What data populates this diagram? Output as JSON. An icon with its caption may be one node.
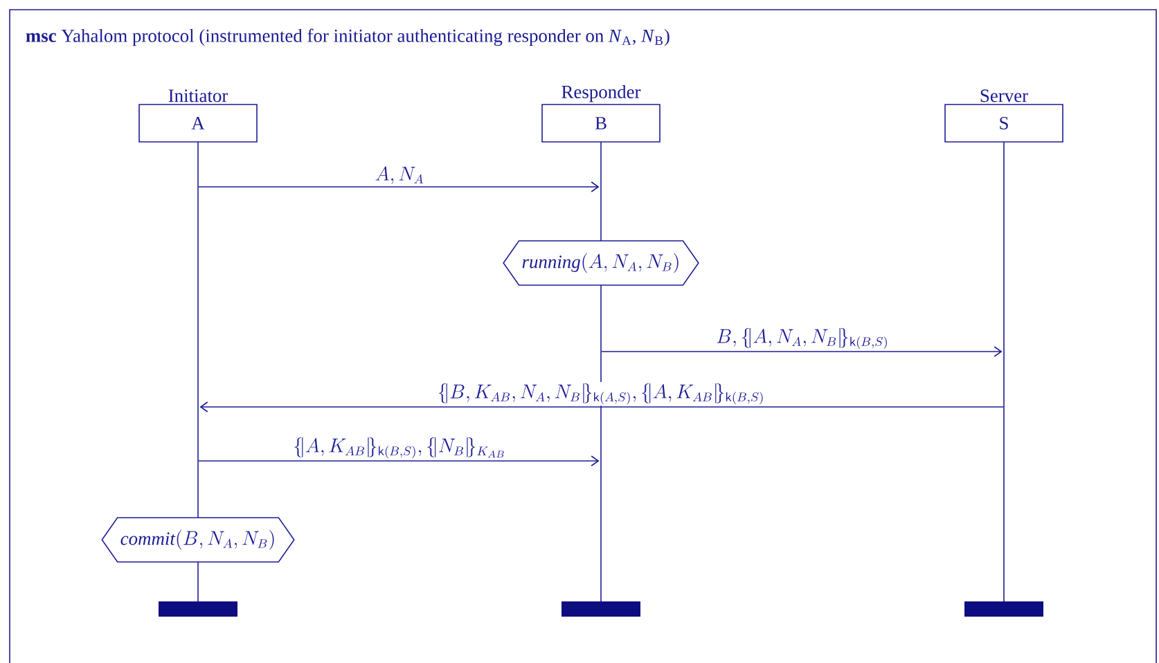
{
  "diagram": {
    "title": "**msc** Yahalom protocol (instrumented for initiator authenticating responder on *N*$_{A}$, *N*$_{B}$)",
    "nodes": [
      {
        "text": [
          "Initiator",
          "A"
        ]
      },
      {
        "text": [
          "Responder",
          "B"
        ]
      },
      {
        "text": [
          "Server",
          "S"
        ]
      },
      {
        "text": [],
        "shape": "line"
      },
      {
        "text": [],
        "shape": "line"
      },
      {
        "text": [],
        "shape": "line"
      },
      {
        "text": [
          "\\mathit{running}(A, N_A, N_B)"
        ]
      },
      {
        "text": [
          "\\mathit{commit}(B, N_A, N_B)"
        ]
      },
      {
        "text": [],
        "shape": "bar"
      },
      {
        "text": [],
        "shape": "bar"
      },
      {
        "text": [],
        "shape": "bar"
      }
    ],
    "edges": [
      {
        "from": 3,
        "to": 4,
        "arrow": "to",
        "label": "A, N_A"
      },
      {
        "from": 4,
        "to": 5,
        "arrow": "to",
        "label": "B, \\{\\!|A, N_A, N_B|\\!\\}_{\\mathsf{k}(B,S)}"
      },
      {
        "from": 5,
        "to": 3,
        "arrow": "to",
        "label": "\\{\\!|B, K_{AB}, N_A, N_B|\\!\\}_{\\mathsf{k}(A,S)}, \\{\\!|A, K_{AB}|\\!\\}_{\\mathsf{k}(B,S)}"
      },
      {
        "from": 3,
        "to": 4,
        "arrow": "to",
        "label": "\\{\\!|A, K_{AB}|\\!\\}_{\\mathsf{k}(B,S)}, \\{\\!|N_B|\\!\\}_{K_{AB}}"
      }
    ]
  }
}
